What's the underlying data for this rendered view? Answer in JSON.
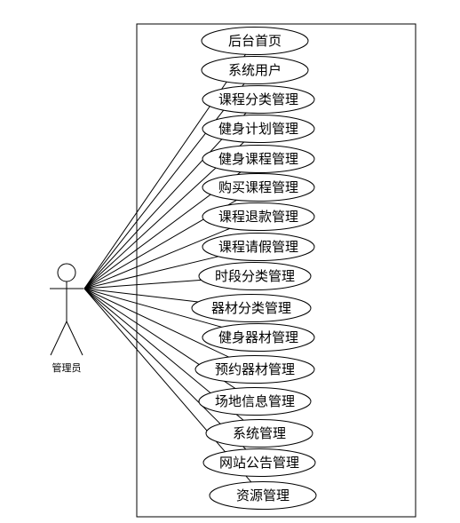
{
  "actor": {
    "label": "管理员"
  },
  "use_cases": [
    {
      "label": "后台首页"
    },
    {
      "label": "系统用户"
    },
    {
      "label": "课程分类管理"
    },
    {
      "label": "健身计划管理"
    },
    {
      "label": "健身课程管理"
    },
    {
      "label": "购买课程管理"
    },
    {
      "label": "课程退款管理"
    },
    {
      "label": "课程请假管理"
    },
    {
      "label": "时段分类管理"
    },
    {
      "label": "器材分类管理"
    },
    {
      "label": "健身器材管理"
    },
    {
      "label": "预约器材管理"
    },
    {
      "label": "场地信息管理"
    },
    {
      "label": "系统管理"
    },
    {
      "label": "网站公告管理"
    },
    {
      "label": "资源管理"
    }
  ]
}
